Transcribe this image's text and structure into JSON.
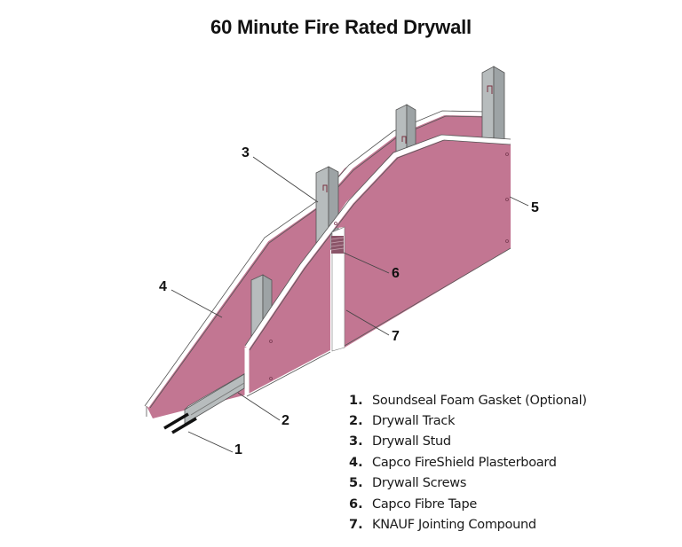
{
  "title": "60 Minute Fire Rated Drywall",
  "colors": {
    "plasterboard": "#c27692",
    "plasterboard_edge": "#ffffff",
    "stud": "#b7bcbd",
    "stud_dark": "#9da3a5",
    "line": "#444444",
    "text": "#111111"
  },
  "callouts": [
    {
      "num": "1",
      "target": "Soundseal Foam Gasket"
    },
    {
      "num": "2",
      "target": "Drywall Track"
    },
    {
      "num": "3",
      "target": "Drywall Stud"
    },
    {
      "num": "4",
      "target": "Capco FireShield Plasterboard"
    },
    {
      "num": "5",
      "target": "Drywall Screws"
    },
    {
      "num": "6",
      "target": "Capco Fibre Tape"
    },
    {
      "num": "7",
      "target": "KNAUF Jointing Compound"
    }
  ],
  "legend": [
    {
      "num": "1.",
      "label": "Soundseal Foam Gasket (Optional)"
    },
    {
      "num": "2.",
      "label": "Drywall Track"
    },
    {
      "num": "3.",
      "label": "Drywall Stud"
    },
    {
      "num": "4.",
      "label": "Capco FireShield Plasterboard"
    },
    {
      "num": "5.",
      "label": "Drywall Screws"
    },
    {
      "num": "6.",
      "label": "Capco Fibre Tape"
    },
    {
      "num": "7.",
      "label": "KNAUF Jointing Compound"
    }
  ]
}
